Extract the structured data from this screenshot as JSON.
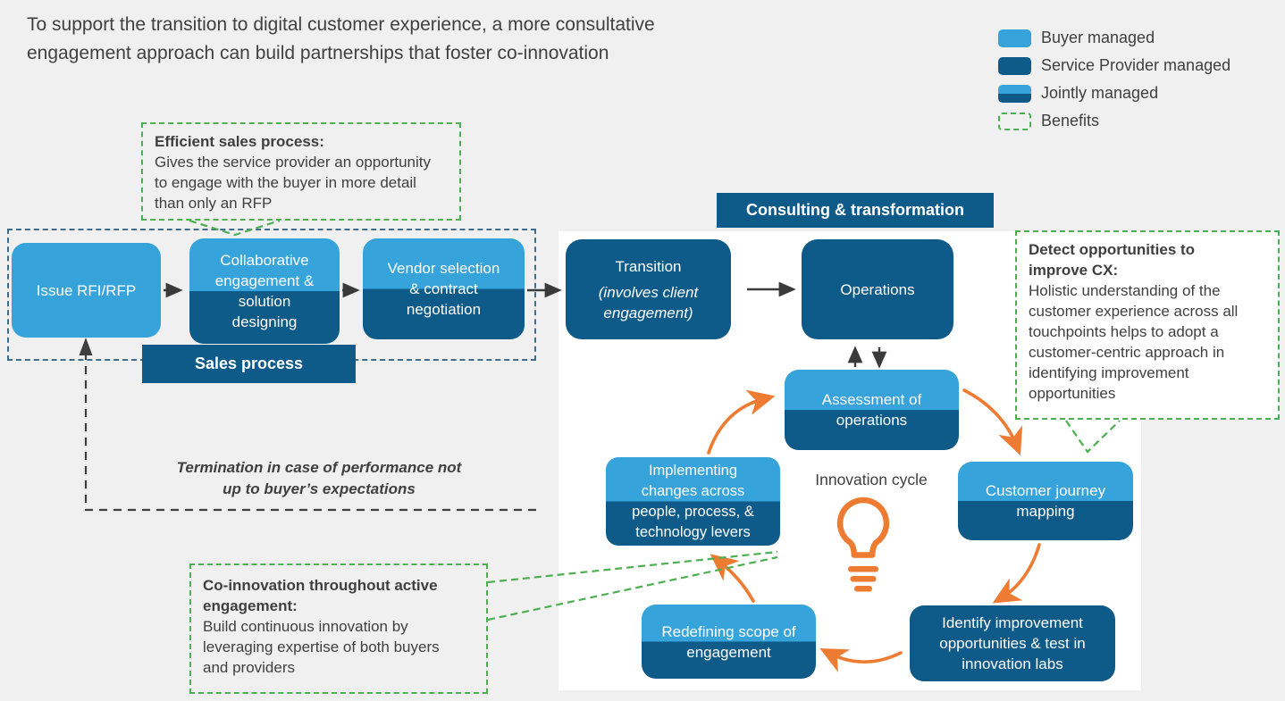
{
  "title": {
    "text": "To support the transition to digital customer experience, a more consultative\nengagement approach can build partnerships that foster co-innovation"
  },
  "legend": {
    "items": [
      {
        "label": "Buyer managed",
        "swatch": "buyer-managed-swatch"
      },
      {
        "label": "Service Provider managed",
        "swatch": "service-provider-managed-swatch"
      },
      {
        "label": "Jointly managed",
        "swatch": "jointly-managed-swatch"
      },
      {
        "label": "Benefits",
        "swatch": "benefits-swatch"
      }
    ]
  },
  "callouts": {
    "efficient": {
      "title": "Efficient sales process:",
      "body": "Gives the service provider an opportunity\nto engage with the buyer in more detail\nthan only an RFP"
    },
    "detect": {
      "title": "Detect opportunities to\nimprove CX:",
      "body": "Holistic understanding of the\ncustomer experience across all\ntouchpoints helps to adopt a\ncustomer-centric approach in\nidentifying improvement\nopportunities"
    },
    "coinnovation": {
      "title": "Co-innovation throughout active\nengagement:",
      "body": "Build continuous innovation by\nleveraging expertise of both buyers\nand providers"
    }
  },
  "process": {
    "sales_label": "Sales process",
    "issue_rfi_rfp": "Issue RFI/RFP",
    "collaborative": "Collaborative\nengagement &\nsolution\ndesigning",
    "vendor_selection": "Vendor selection\n& contract\nnegotiation",
    "termination_note": "Termination in case of performance not\nup to buyer’s expectations"
  },
  "consulting": {
    "header": "Consulting & transformation",
    "transition_title": "Transition",
    "transition_subtitle": "(involves client\nengagement)",
    "operations": "Operations",
    "innovation_cycle_label": "Innovation cycle",
    "assessment": "Assessment of\noperations",
    "customer_journey": "Customer journey\nmapping",
    "identify_improvement": "Identify improvement\nopportunities & test in\ninnovation labs",
    "redefining_scope": "Redefining scope of\nengagement",
    "implementing_changes": "Implementing\nchanges across\npeople, process, &\ntechnology levers"
  },
  "colors": {
    "buyer_blue": "#36a3da",
    "provider_blue": "#0e5a88",
    "benefit_green": "#4caf50",
    "accent_orange": "#ed7b31",
    "sales_border_blue": "#3e6d8d",
    "text_dark": "#3f3f3f",
    "arrow_dark": "#3a3a3a",
    "canvas_gray": "#f0f0f0",
    "panel_white": "#ffffff"
  }
}
